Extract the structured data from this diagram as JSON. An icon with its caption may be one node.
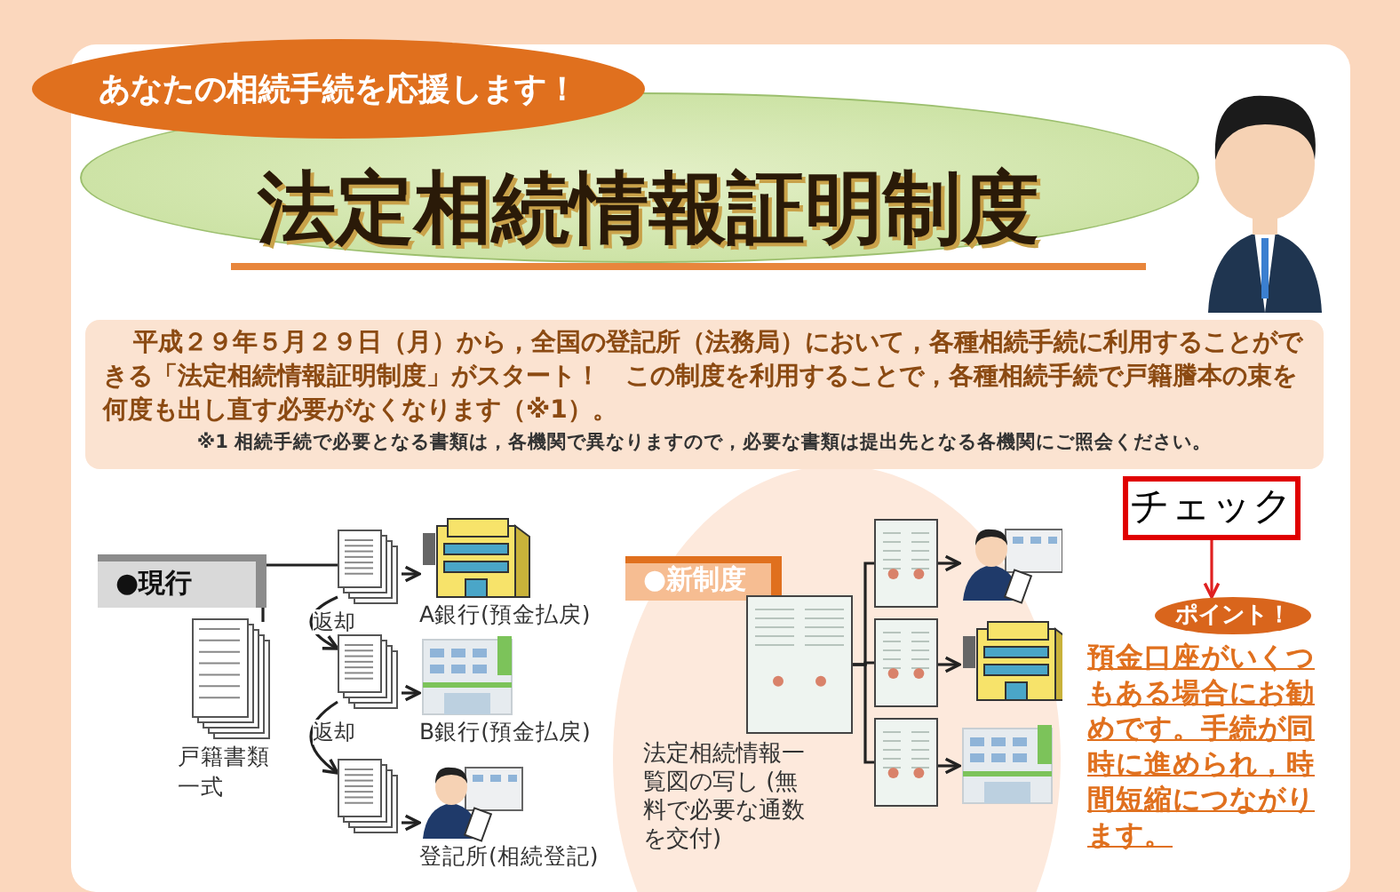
{
  "diagram": {
    "title": "法定相続情報証明制度",
    "nodes": [
      {
        "text": [
          "あなたの相続手続を応援します！"
        ]
      },
      {
        "text": [
          "**平成２９年５月２９日（月）**から，全国の登記所（法務局）において，各種相続手続に利用することができる「**法定相続情報証明制度**」がスタート！　この制度を利用することで，各種相続手続で戸籍謄本の束を何度も出し直す必要がなくなります（※1）。",
          "※1 相続手続で必要となる書類は，各機関で異なりますので，必要な書類は提出先となる各機関にご照会ください。"
        ]
      },
      {
        "text": [
          "●現行"
        ]
      },
      {
        "text": [
          "戸籍書類一式"
        ]
      },
      {
        "text": [],
        "shape": "document"
      },
      {
        "text": [],
        "shape": "document"
      },
      {
        "text": [],
        "shape": "document"
      },
      {
        "text": [
          "A銀行(預金払戻)"
        ]
      },
      {
        "text": [
          "B銀行(預金払戻)"
        ]
      },
      {
        "text": [
          "登記所(相続登記)"
        ]
      },
      {
        "text": [
          "●新制度"
        ]
      },
      {
        "text": [
          "法定相続情報一覧図の写し (無料で必要な通数を交付)"
        ]
      },
      {
        "text": [],
        "shape": "picture"
      },
      {
        "text": [],
        "shape": "picture"
      },
      {
        "text": [],
        "shape": "picture"
      },
      {
        "text": [],
        "shape": "picture"
      },
      {
        "text": [],
        "shape": "picture"
      },
      {
        "text": [],
        "shape": "picture"
      },
      {
        "text": [
          "チェック"
        ]
      },
      {
        "text": [
          "ポイント！",
          "預金口座がいくつもある場合にお勧めです。手続が同時に進められ，時間短縮につながります。"
        ]
      }
    ],
    "edges": [
      {
        "from": 3,
        "to": 4,
        "arrow": "none"
      },
      {
        "from": 4,
        "to": 7,
        "arrow": "to"
      },
      {
        "from": 4,
        "to": 5,
        "arrow": "to",
        "label": "返却"
      },
      {
        "from": 5,
        "to": 8,
        "arrow": "to"
      },
      {
        "from": 5,
        "to": 6,
        "arrow": "to",
        "label": "返却"
      },
      {
        "from": 6,
        "to": 9,
        "arrow": "to"
      },
      {
        "from": 11,
        "to": 12,
        "arrow": "none"
      },
      {
        "from": 11,
        "to": 13,
        "arrow": "none"
      },
      {
        "from": 11,
        "to": 14,
        "arrow": "none"
      },
      {
        "from": 12,
        "to": 15,
        "arrow": "to"
      },
      {
        "from": 13,
        "to": 16,
        "arrow": "to"
      },
      {
        "from": 14,
        "to": 17,
        "arrow": "to"
      },
      {
        "from": 18,
        "to": 19,
        "arrow": "to",
        "color": "#e02020"
      }
    ]
  }
}
